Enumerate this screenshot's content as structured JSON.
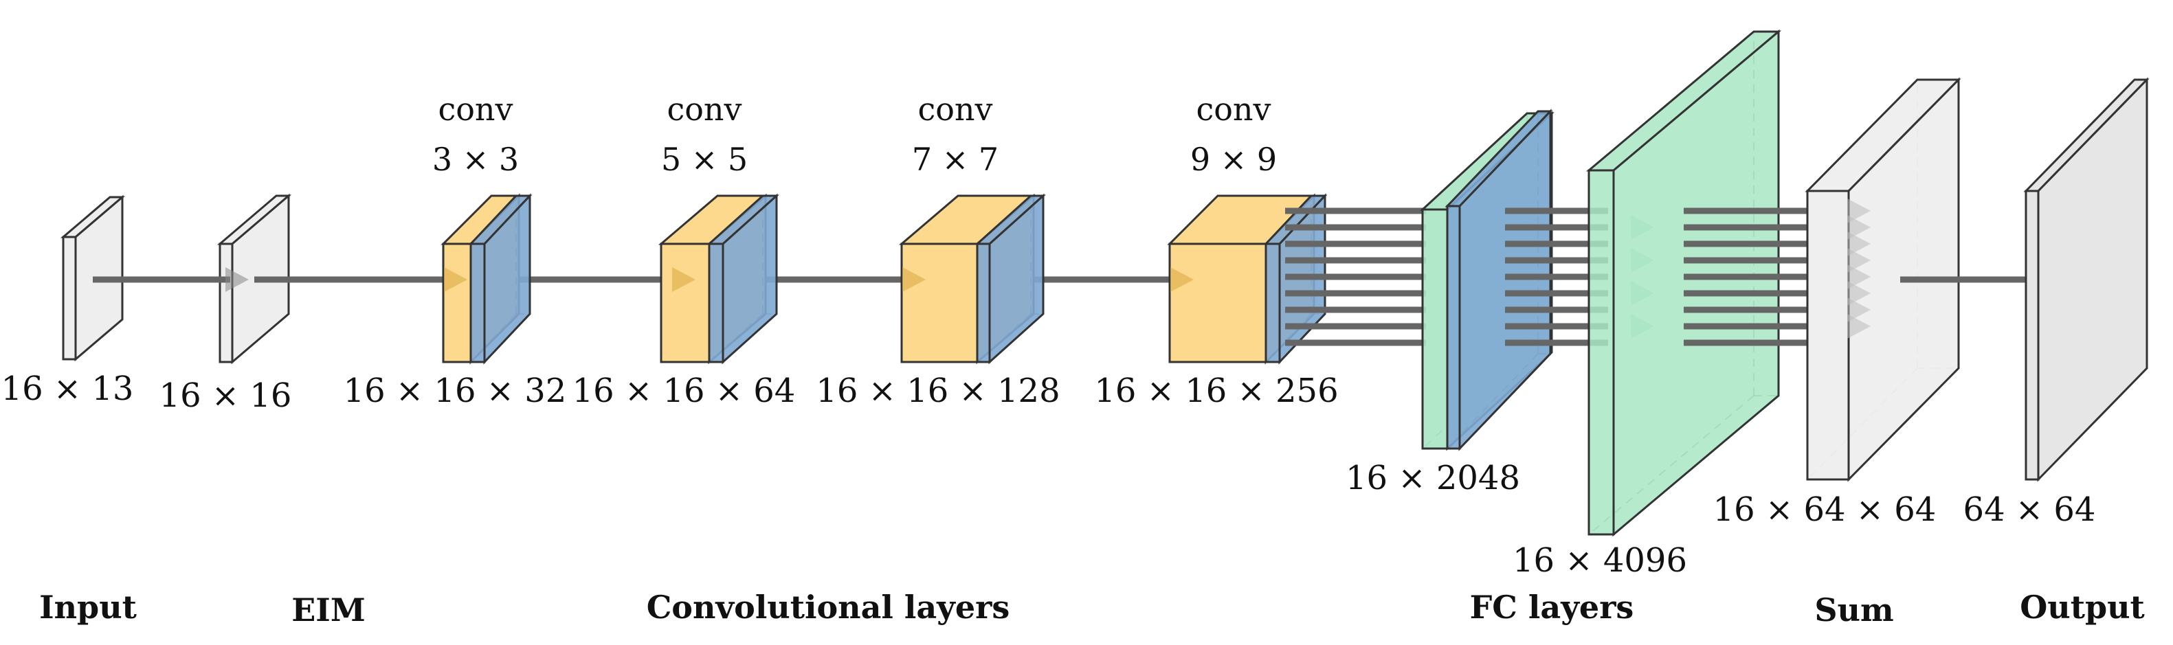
{
  "colors": {
    "gray_face": "#eeeeee",
    "orange_face": "#fcd98c",
    "blue_face": "#7fa8d3",
    "green_face": "#a8e6c4",
    "connector": "#666666"
  },
  "blocks": {
    "input": {
      "dim": "16 × 13"
    },
    "eim": {
      "dim": "16 × 16"
    },
    "conv1": {
      "dim": "16 × 16 × 32",
      "op": "conv",
      "kernel": "3 × 3"
    },
    "conv2": {
      "dim": "16 × 16 × 64",
      "op": "conv",
      "kernel": "5 × 5"
    },
    "conv3": {
      "dim": "16 × 16 × 128",
      "op": "conv",
      "kernel": "7 × 7"
    },
    "conv4": {
      "dim": "16 × 16 × 256",
      "op": "conv",
      "kernel": "9 × 9"
    },
    "fc1": {
      "dim": "16 × 2048"
    },
    "fc2": {
      "dim": "16 × 4096"
    },
    "sum": {
      "dim": "16 × 64 × 64"
    },
    "output": {
      "dim": "64 × 64"
    }
  },
  "sections": {
    "input": "Input",
    "eim": "EIM",
    "conv": "Convolutional layers",
    "fc": "FC layers",
    "sum": "Sum",
    "output": "Output"
  }
}
